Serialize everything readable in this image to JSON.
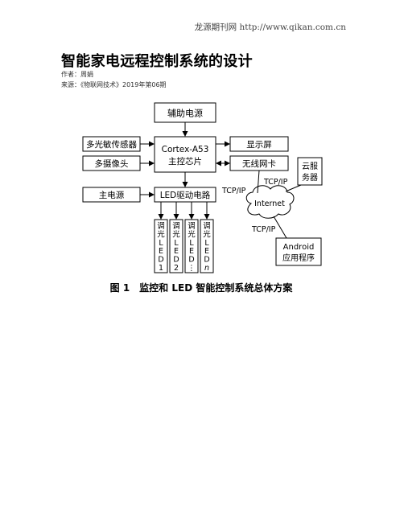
{
  "header": {
    "text": "龙源期刊网 http://www.qikan.com.cn"
  },
  "article": {
    "title": "智能家电远程控制系统的设计",
    "author_line": "作者：周娟",
    "source_line": "来源：《物联网技术》2019年第06期"
  },
  "figure": {
    "caption": "图 1　监控和 LED 智能控制系统总体方案",
    "boxes": {
      "aux_power": "辅助电源",
      "light_sensor": "多光敏传感器",
      "camera": "多摄像头",
      "cpu_line1": "Cortex-A53",
      "cpu_line2": "主控芯片",
      "display": "显示屏",
      "wireless": "无线网卡",
      "cloud_line1": "云服",
      "cloud_line2": "务器",
      "main_power": "主电源",
      "led_driver": "LED驱动电路",
      "internet": "Internet",
      "android_line1": "Android",
      "android_line2": "应用程序"
    },
    "protocols": {
      "tcp1": "TCP/IP",
      "tcp2": "TCP/IP",
      "tcp3": "TCP/IP"
    },
    "led_columns": [
      [
        "调",
        "光",
        "L",
        "E",
        "D",
        "1"
      ],
      [
        "调",
        "光",
        "L",
        "E",
        "D",
        "2"
      ],
      [
        "调",
        "光",
        "L",
        "E",
        "D",
        "⋮"
      ],
      [
        "调",
        "光",
        "L",
        "E",
        "D",
        "n"
      ]
    ]
  }
}
